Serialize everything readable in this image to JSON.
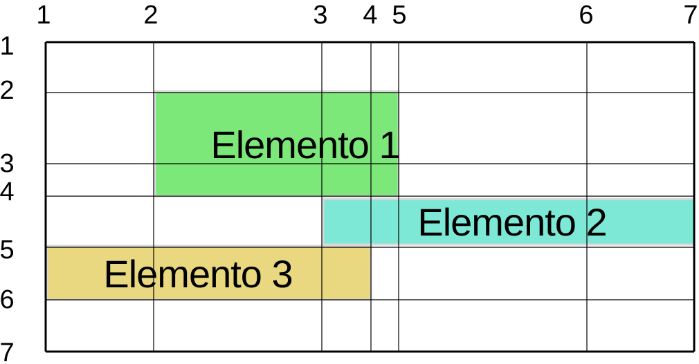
{
  "grid": {
    "column_lines": [
      "1",
      "2",
      "3",
      "4",
      "5",
      "6",
      "7"
    ],
    "row_lines": [
      "1",
      "2",
      "3",
      "4",
      "5",
      "6",
      "7"
    ]
  },
  "items": [
    {
      "label": "Elemento 1",
      "color": "#7de87a",
      "column_start": 2,
      "column_end": 5,
      "row_start": 2,
      "row_end": 4
    },
    {
      "label": "Elemento 2",
      "color": "#7de8d5",
      "column_start": 3,
      "column_end": 7,
      "row_start": 4,
      "row_end": 5
    },
    {
      "label": "Elemento 3",
      "color": "#e9d880",
      "column_start": 1,
      "column_end": 4,
      "row_start": 5,
      "row_end": 6
    }
  ],
  "colors": {
    "grid_line": "#000000",
    "item_border": "#d9d9d9",
    "background": "#ffffff"
  }
}
